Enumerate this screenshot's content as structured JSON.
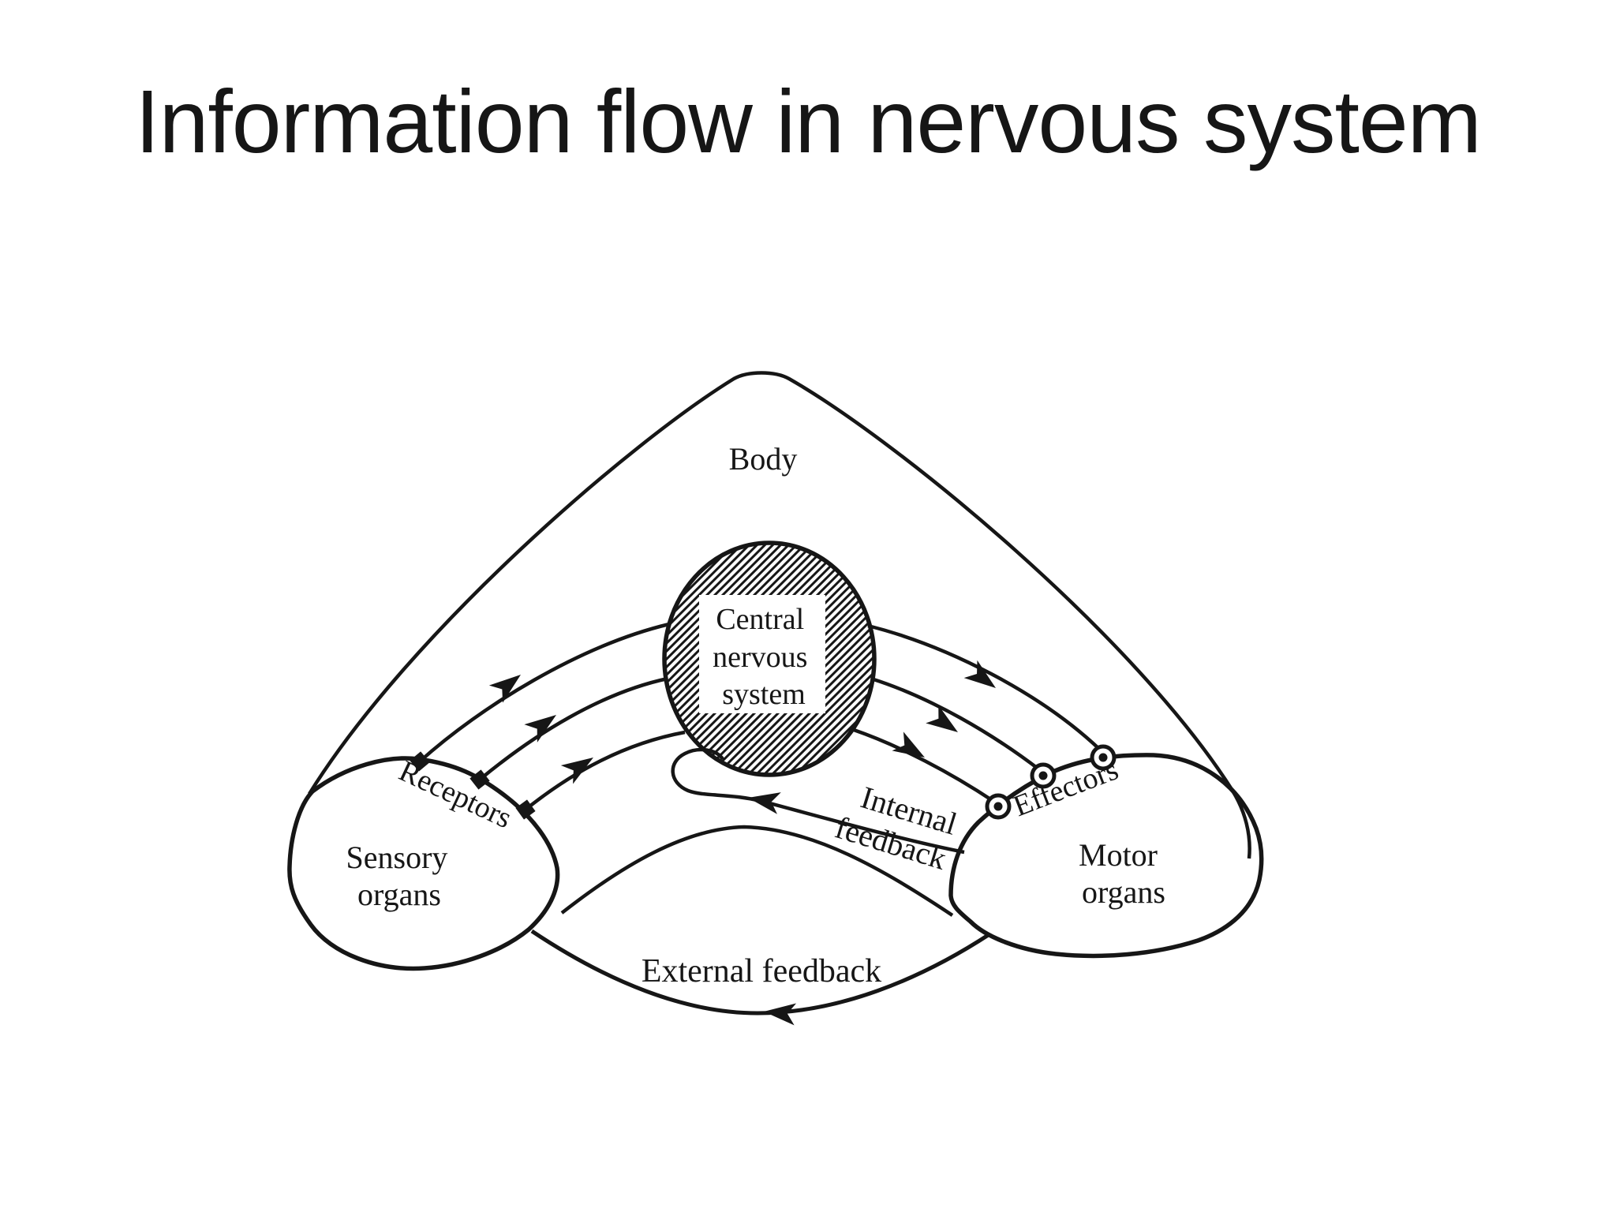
{
  "slide": {
    "title": "Information flow in nervous system",
    "background_color": "#ffffff",
    "ink_color": "#161616"
  },
  "diagram": {
    "body_label": "Body",
    "cns": {
      "lines": [
        "Central",
        "nervous",
        "system"
      ]
    },
    "sensory": {
      "lines": [
        "Sensory",
        "organs"
      ],
      "edge_label": "Receptors"
    },
    "motor": {
      "lines": [
        "Motor",
        "organs"
      ],
      "edge_label": "Effectors"
    },
    "internal_feedback": {
      "lines": [
        "Internal",
        "feedback"
      ]
    },
    "external_feedback_label": "External feedback",
    "icons": {
      "receptor_terminal": "filled-square",
      "effector_synapse": "circled-dot",
      "arrowhead": "swept-triangle"
    }
  }
}
